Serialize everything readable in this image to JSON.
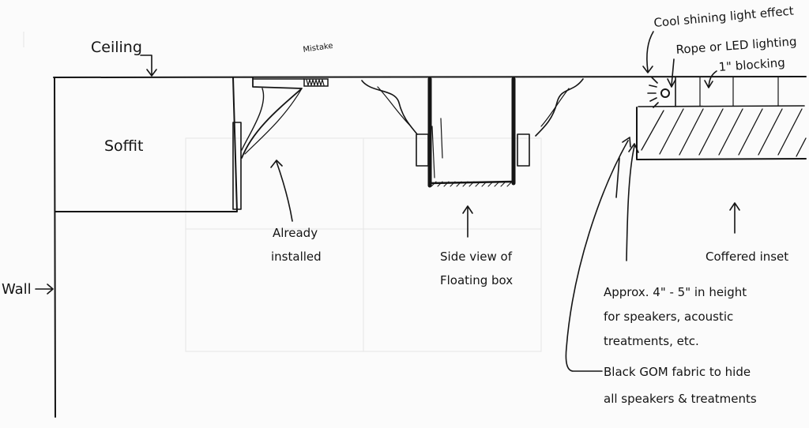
{
  "labels": {
    "ceiling": "Ceiling",
    "mistake": "Mistake",
    "soffit": "Soffit",
    "wall": "Wall",
    "already_installed_1": "Already",
    "already_installed_2": "installed",
    "floating_box_1": "Side view of",
    "floating_box_2": "Floating box",
    "cool_light": "Cool shining light effect",
    "rope_led": "Rope or LED lighting",
    "blocking": "1\" blocking",
    "coffered_inset": "Coffered inset",
    "approx_1": "Approx. 4\" - 5\" in height",
    "approx_2": "for speakers, acoustic",
    "approx_3": "treatments, etc.",
    "fabric_1": "Black GOM fabric to hide",
    "fabric_2": "all speakers & treatments"
  },
  "colors": {
    "ink": "#151515",
    "paper": "#fbfbfb"
  }
}
